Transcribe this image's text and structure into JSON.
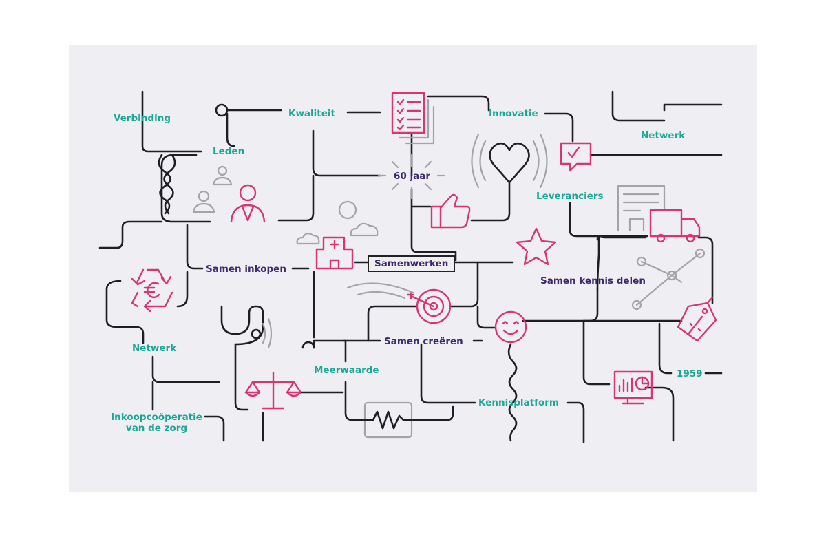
{
  "colors": {
    "teal": "#1aa897",
    "purple": "#3d2a6e",
    "pink": "#d9356f",
    "grey": "#a3a3a8",
    "line": "#1e1e24"
  },
  "labels": {
    "verbinding": "Verbinding",
    "kwaliteit": "Kwaliteit",
    "innovatie": "Innovatie",
    "netwerk_top": "Netwerk",
    "leden": "Leden",
    "jaar60": "60 jaar",
    "leveranciers": "Leveranciers",
    "samen_inkopen": "Samen inkopen",
    "samenwerken": "Samenwerken",
    "samen_kennis_delen": "Samen kennis delen",
    "netwerk_left": "Netwerk",
    "samen_creeren": "Samen creëren",
    "meerwaarde": "Meerwaarde",
    "jaar1959": "1959",
    "kennisplatform": "Kennisplatform",
    "inkoop_line1": "Inkoopcoöperatie",
    "inkoop_line2": "van de zorg"
  },
  "icons": [
    "checklist-icon",
    "heart-signal-icon",
    "speech-check-icon",
    "members-icon",
    "thumbs-up-icon",
    "sparkle-icon",
    "building-icon",
    "truck-icon",
    "cloud-icon",
    "sun-icon",
    "hospital-icon",
    "star-icon",
    "recycle-euro-icon",
    "network-nodes-icon",
    "stethoscope-icon",
    "target-icon",
    "smiley-icon",
    "price-tag-icon",
    "scales-icon",
    "heartbeat-monitor-icon",
    "dashboard-screen-icon"
  ]
}
